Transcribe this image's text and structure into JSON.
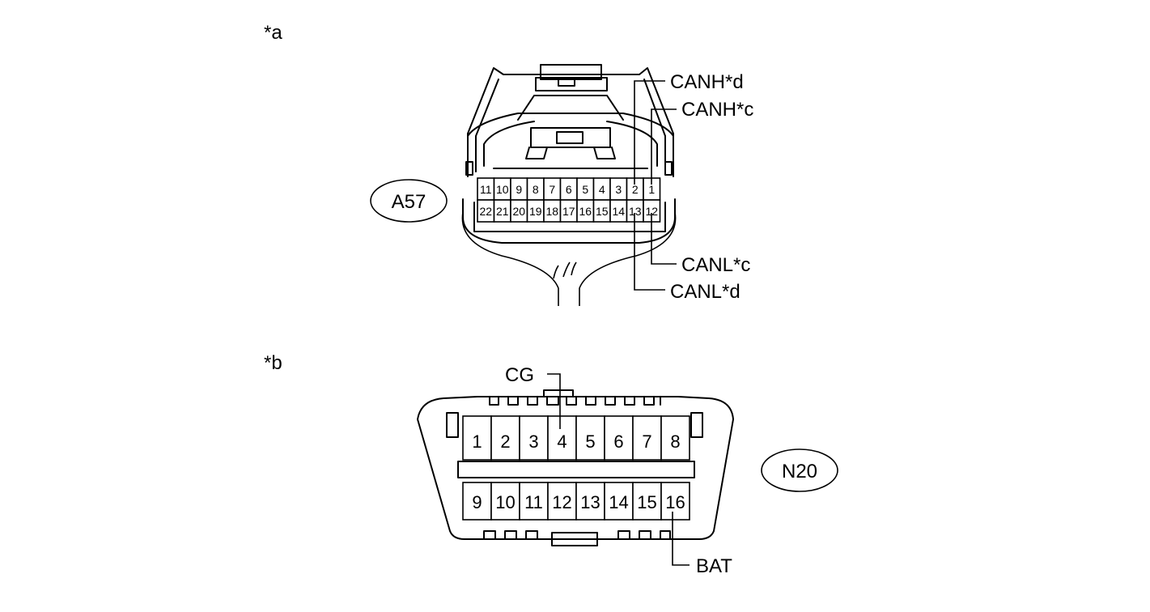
{
  "connector_a": {
    "marker": "*a",
    "id": "A57",
    "pins_top": [
      "11",
      "10",
      "9",
      "8",
      "7",
      "6",
      "5",
      "4",
      "3",
      "2",
      "1"
    ],
    "pins_bottom": [
      "22",
      "21",
      "20",
      "19",
      "18",
      "17",
      "16",
      "15",
      "14",
      "13",
      "12"
    ],
    "callouts": {
      "canh_d": "CANH*d",
      "canh_c": "CANH*c",
      "canl_c": "CANL*c",
      "canl_d": "CANL*d"
    }
  },
  "connector_b": {
    "marker": "*b",
    "id": "N20",
    "pins_top": [
      "1",
      "2",
      "3",
      "4",
      "5",
      "6",
      "7",
      "8"
    ],
    "pins_bottom": [
      "9",
      "10",
      "11",
      "12",
      "13",
      "14",
      "15",
      "16"
    ],
    "callouts": {
      "cg": "CG",
      "bat": "BAT"
    }
  }
}
